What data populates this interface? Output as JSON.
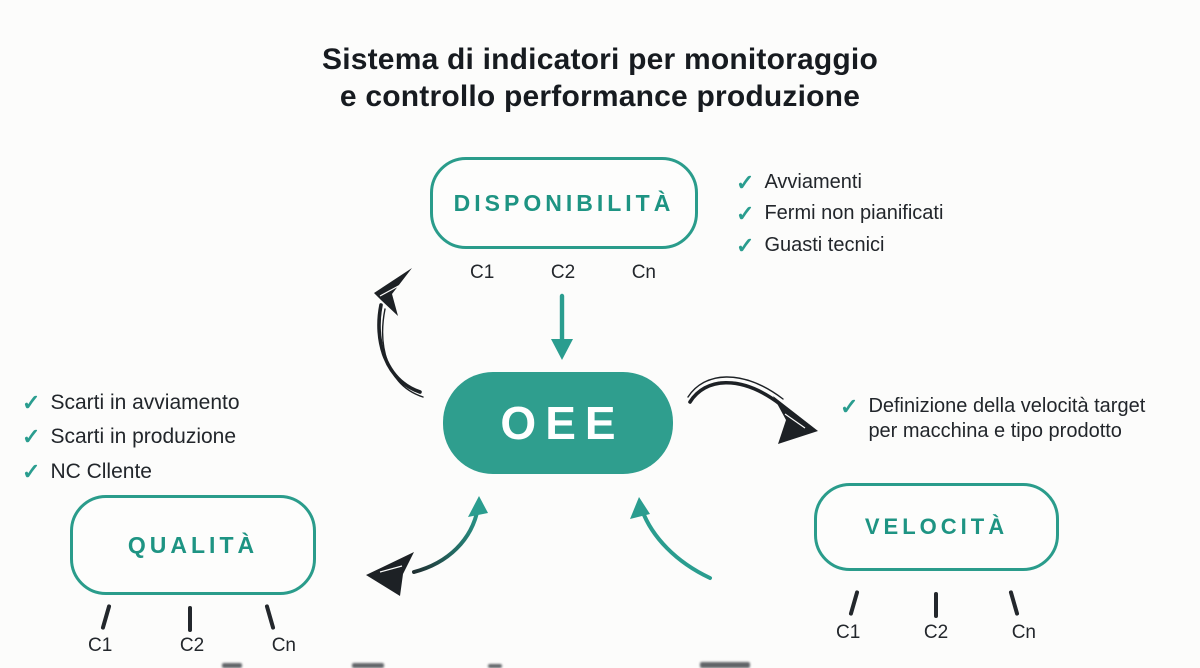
{
  "title": {
    "line1": "Sistema di indicatori per monitoraggio",
    "line2": "e controllo performance produzione"
  },
  "nodes": {
    "oee": {
      "label": "OEE"
    },
    "disponibilita": {
      "label": "DISPONIBILITÀ",
      "channels": [
        "C1",
        "C2",
        "Cn"
      ]
    },
    "qualita": {
      "label": "QUALITÀ",
      "channels": [
        "C1",
        "C2",
        "Cn"
      ]
    },
    "velocita": {
      "label": "VELOCITÀ",
      "channels": [
        "C1",
        "C2",
        "Cn"
      ]
    }
  },
  "checklists": {
    "disponibilita": [
      "Avviamenti",
      "Fermi non pianificati",
      "Guasti tecnici"
    ],
    "qualita": [
      "Scarti in avviamento",
      "Scarti in produzione",
      "NC Cllente"
    ],
    "velocita": [
      "Definizione della velocità target per macchina e tipo prodotto"
    ]
  },
  "icons": {
    "check": "✓"
  },
  "colors": {
    "accent_teal": "#2f9e8e",
    "outline_teal": "#2a9c8b",
    "label_teal": "#1e9483",
    "ink": "#20252a",
    "background": "#fcfcfb"
  }
}
